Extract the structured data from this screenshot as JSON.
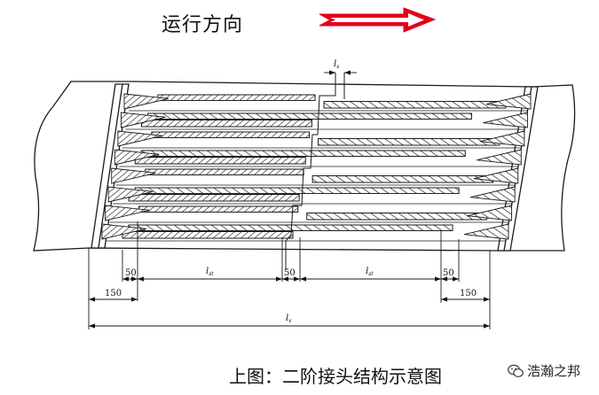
{
  "direction_label": "运行方向",
  "caption": "上图：二阶接头结构示意图",
  "watermark": "浩瀚之邦",
  "colors": {
    "arrow": "#e3001b",
    "ink": "#1a1a1a"
  },
  "dimensions": {
    "ls": "l",
    "ls_sub": "s",
    "lst_left": "l",
    "lst_left_sub": "st",
    "lst_right": "l",
    "lst_right_sub": "st",
    "lv": "l",
    "lv_sub": "v",
    "d50_left": "50",
    "d50_mid": "50",
    "d50_right": "50",
    "d150_left": "150",
    "d150_right": "150"
  }
}
